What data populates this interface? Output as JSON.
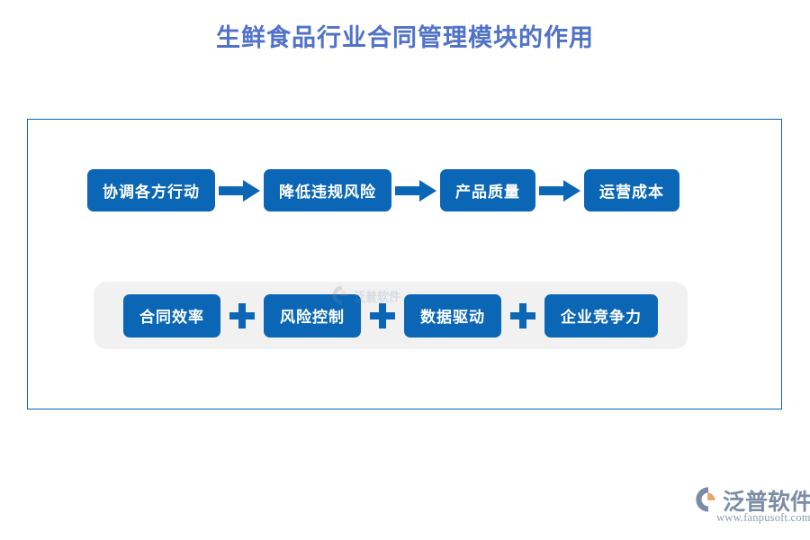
{
  "title": "生鲜食品行业合同管理模块的作用",
  "colors": {
    "title_text": "#5072c8",
    "box_fill": "#0b67b6",
    "box_text": "#ffffff",
    "frame_border": "#0a66b0",
    "panel_fill": "#f1f1f1",
    "arrow": "#0b67b6",
    "plus": "#0b67b6",
    "brand_text": "#7b8da4",
    "brand_accent": "#e8a56a",
    "page_background": "#ffffff"
  },
  "flow": {
    "steps": [
      {
        "label": "协调各方行动"
      },
      {
        "label": "降低违规风险"
      },
      {
        "label": "产品质量"
      },
      {
        "label": "运营成本"
      }
    ],
    "connector_icon": "right-arrow-icon"
  },
  "summary": {
    "operator": "+",
    "operator_icon": "plus-icon",
    "items": [
      {
        "label": "合同效率"
      },
      {
        "label": "风险控制"
      },
      {
        "label": "数据驱动"
      },
      {
        "label": "企业竞争力"
      }
    ]
  },
  "watermark": {
    "name": "泛普软件",
    "url": "www.fanpusoft.com"
  },
  "brand": {
    "name": "泛普软件",
    "url": "www.fanpusoft.com",
    "logo_icon": "fanpu-swoosh-logo-icon"
  }
}
